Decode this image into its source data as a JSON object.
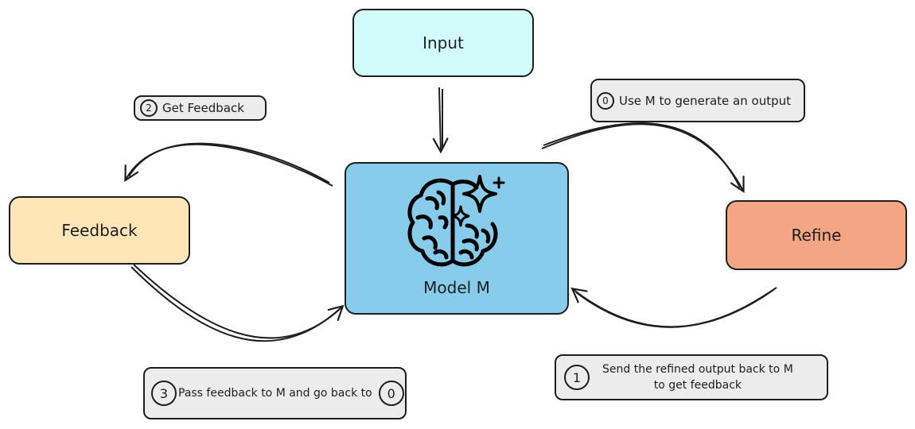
{
  "nodes": {
    "input": "Input",
    "model": "Model M",
    "feedback": "Feedback",
    "refine": "Refine"
  },
  "labels": {
    "get_feedback": {
      "step": "2",
      "text": "Get Feedback"
    },
    "generate": {
      "step": "0",
      "text": "Use M to generate an output"
    },
    "send": {
      "step": "1",
      "line1": "Send the refined output back to M",
      "line2": "to get feedback"
    },
    "pass": {
      "step": "3",
      "text": "Pass feedback to M and go back to",
      "target_step": "0"
    }
  },
  "colors": {
    "input": "#d2fbfb",
    "model": "#87cceb",
    "feedback": "#ffe6b8",
    "refine": "#f3a584",
    "label_bg": "#ececec"
  },
  "icons": {
    "model": "brain-sparkle-icon"
  }
}
